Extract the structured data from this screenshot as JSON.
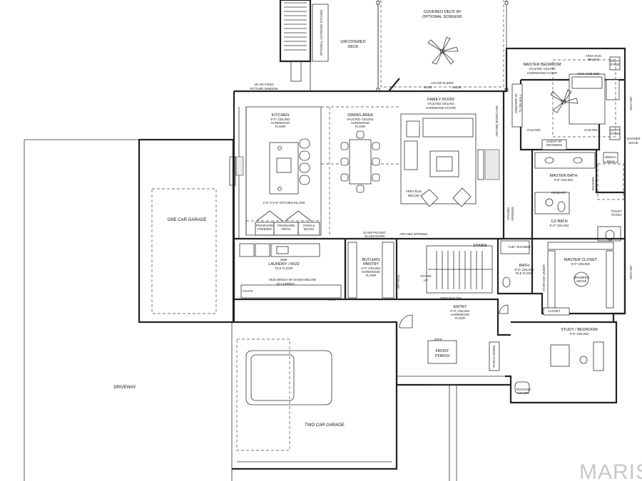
{
  "rooms": {
    "covered_deck": [
      "COVERED DECK W/",
      "OPTIONAL SCREENS"
    ],
    "uncovered_deck": [
      "UNCOVERED",
      "DECK"
    ],
    "outdoor_kitchen": "OPTIONAL OUTDOOR KITCHEN",
    "master_bedroom": [
      "MASTER BEDROOM",
      "VAULTED CEILING",
      "HARDWOOD FLOOR"
    ],
    "kitchen": [
      "KITCHEN",
      "9'-0\" CEILING",
      "HARDWOOD",
      "FLOOR"
    ],
    "dining": [
      "DINING AREA",
      "VAULTED CEILING",
      "HARDWOOD",
      "FLOOR"
    ],
    "family": [
      "FAMILY ROOM",
      "VAULTED CEILING",
      "HARDWOOD FLOOR"
    ],
    "master_bath": [
      "MASTER BATH",
      "9'-0\" CEILING"
    ],
    "one_car_garage": "ONE CAR GARAGE",
    "laundry": [
      "LAUNDRY / MUD",
      "TILE FLOOR"
    ],
    "butlers_pantry": [
      "BUTLERS",
      "PANTRY",
      "9'-0\" CEILING",
      "HARDWOOD",
      "FLOOR"
    ],
    "stairs": "STAIRS",
    "bath": [
      "BATH",
      "9'-0\" CEILING",
      "TILE FLOOR"
    ],
    "master_closet": [
      "MASTER CLOSET",
      "9'-0\" CEILING"
    ],
    "entry": [
      "ENTRY",
      "9'-0\" CEILING",
      "HARDWOOD",
      "FLOOR"
    ],
    "study": [
      "STUDY / BEDROOM",
      "9'-0\" CEILING"
    ],
    "front_porch": [
      "FRONT",
      "PORCH"
    ],
    "driveway": "DRIVEWAY",
    "two_car_garage": "TWO CAR GARAGE",
    "half_bath": [
      "1/2 BATH",
      "9'-0\" CEILING"
    ]
  },
  "notes": {
    "slider": [
      "12'0 8/0 SLIDER",
      "SLIDE",
      "SLIDE"
    ],
    "picture_window": [
      "4/6 4/6 FIXED",
      "PICTURE WINDOW"
    ],
    "king_bed": "KING SIZE BED",
    "area_rug_below": [
      "AREA RUG",
      "BELOW"
    ],
    "night_stand": [
      "NIGHT",
      "STAND"
    ],
    "vaulted": "VAULTED",
    "chest": [
      "CHEST OF",
      "DRAWERS"
    ],
    "dresser": [
      "DRESSER W/",
      "TV ON WALL"
    ],
    "arched_bookcase": "ARCHED BOOKCASE",
    "shower_niche": [
      "SHOWER",
      "NICHE"
    ],
    "shower": "SHOWER",
    "bench_seat": [
      "BENCH",
      "SEAT"
    ],
    "toilet_room": [
      "TOILET",
      "ROOM"
    ],
    "pendant": "PENDANT",
    "kitchen_island": "4'-0\" X 9'-0\" KITCHEN ISLAND",
    "frigidaire_freezer": [
      "FRIGIDAIRE",
      "FREEZER"
    ],
    "frigidaire_refig": [
      "FRIGIDAIRE",
      "REFIG"
    ],
    "oven": [
      "OVEN &",
      "MICRO"
    ],
    "pocket_door": [
      "2/4 8/0 POCKET",
      "GLASS DOOR"
    ],
    "arched_opening": "ARCHED OPENING",
    "sink": "SINK",
    "mud_bench": "MUD BENCH W/ SHOES BELOW",
    "cubbies": "(5) CUBBIES",
    "coats": "COATS",
    "step": "STEP",
    "art_wall": "ART WALL",
    "tub_shower": "TUB / SHOWER",
    "storage": "STORAGE UNDER",
    "drawers_above": [
      "DRAWERS",
      "ABOVE"
    ],
    "closet": "CLOSET",
    "stairs_up": [
      "STAIRS",
      "UP"
    ],
    "open_railing": "OPEN RAILING",
    "porch_swing": "PORCH SWING",
    "rocking_chairs": [
      "ROCKING",
      "CHAIRS"
    ],
    "high_set": "HIGH SET",
    "arched_opening2": [
      "ARCHED",
      "OPENING"
    ]
  },
  "watermark": "MARIS"
}
